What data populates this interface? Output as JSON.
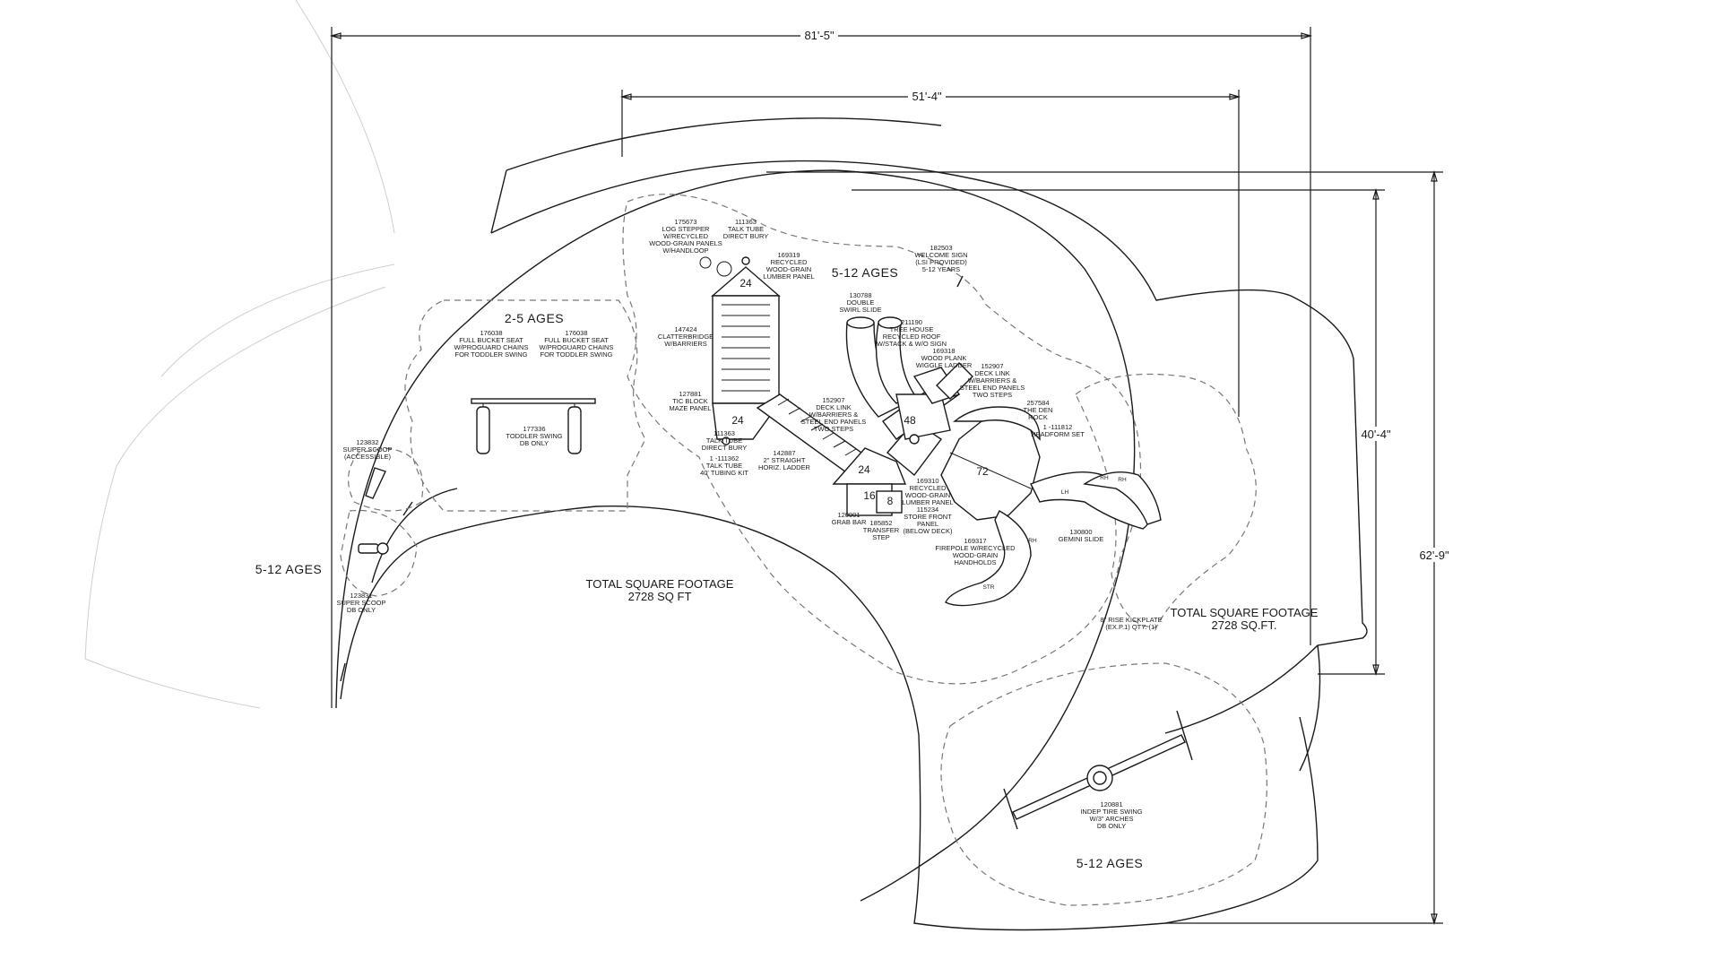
{
  "dimensions": {
    "overall_width": "81'-5\"",
    "inner_width": "51'-4\"",
    "inner_depth": "40'-4\"",
    "overall_depth": "62'-9\""
  },
  "zones": {
    "toddler": "2-5 AGES",
    "main_structure": "5-12 AGES",
    "left_outside": "5-12 AGES",
    "swing_area": "5-12 AGES"
  },
  "footage": {
    "left_title": "TOTAL SQUARE FOOTAGE",
    "left_value": "2728 SQ FT",
    "right_title": "TOTAL SQUARE FOOTAGE",
    "right_value": "2728 SQ.FT."
  },
  "deck_heights": [
    "24",
    "24",
    "24",
    "16",
    "8",
    "48",
    "72"
  ],
  "callouts": {
    "log_stepper": [
      "175673",
      "LOG STEPPER",
      "W/RECYCLED",
      "WOOD-GRAIN PANELS",
      "W/HANDLOOP"
    ],
    "talk_tube_top": [
      "111363",
      "TALK TUBE",
      "DIRECT BURY"
    ],
    "wood_grain_panel": [
      "169319",
      "RECYCLED",
      "WOOD-GRAIN",
      "LUMBER PANEL"
    ],
    "clatterbridge": [
      "147424",
      "CLATTERBRIDGE",
      "W/BARRIERS"
    ],
    "tic_block": [
      "127881",
      "TIC BLOCK",
      "MAZE PANEL"
    ],
    "talk_tube_bottom": [
      "111363",
      "TALK TUBE",
      "DIRECT BURY"
    ],
    "tubing_kit": [
      "1 -111362",
      "TALK TUBE",
      "40' TUBING KIT"
    ],
    "horiz_ladder": [
      "142887",
      "2\" STRAIGHT",
      "HORIZ. LADDER"
    ],
    "grab_bar": [
      "120901",
      "GRAB BAR"
    ],
    "transfer_step": [
      "185852",
      "TRANSFER",
      "STEP"
    ],
    "deck_link_lower": [
      "152907",
      "DECK LINK",
      "W/BARRIERS &",
      "STEEL END PANELS",
      "TWO STEPS"
    ],
    "double_swirl": [
      "130788",
      "DOUBLE",
      "SWIRL SLIDE"
    ],
    "tree_house": [
      "211190",
      "TREE HOUSE",
      "RECYCLED ROOF",
      "W/STACK & W/O SIGN"
    ],
    "wood_plank": [
      "169318",
      "WOOD PLANK",
      "WIGGLE LADDER"
    ],
    "deck_link_right": [
      "152907",
      "DECK LINK",
      "W/BARRIERS &",
      "STEEL END PANELS",
      "TWO STEPS"
    ],
    "welcome_sign": [
      "182503",
      "WELCOME SIGN",
      "(LSI PROVIDED)",
      "5-12 YEARS"
    ],
    "den_rock": [
      "257584",
      "THE DEN",
      "ROCK"
    ],
    "headform": [
      "1 -111812",
      "HEADFORM SET"
    ],
    "store_front": [
      "169310",
      "RECYCLED",
      "WOOD-GRAIN",
      "LUMBER PANEL",
      "115234",
      "STORE FRONT",
      "PANEL",
      "(BELOW DECK)"
    ],
    "firepole": [
      "169317",
      "FIREPOLE W/RECYCLED",
      "WOOD-GRAIN",
      "HANDHOLDS"
    ],
    "gemini_slide": [
      "130800",
      "GEMINI SLIDE"
    ],
    "bucket_seat_1": [
      "176038",
      "FULL BUCKET SEAT",
      "W/PROGUARD CHAINS",
      "FOR TODDLER SWING"
    ],
    "bucket_seat_2": [
      "176038",
      "FULL BUCKET SEAT",
      "W/PROGUARD CHAINS",
      "FOR TODDLER SWING"
    ],
    "toddler_swing": [
      "177336",
      "TODDLER SWING",
      "DB ONLY"
    ],
    "super_scoop_acc": [
      "123832",
      "SUPER SCOOP",
      "(ACCESSIBLE)"
    ],
    "super_scoop": [
      "123831",
      "SUPER SCOOP",
      "DB ONLY"
    ],
    "kickplate": [
      "8\" RISE KICKPLATE",
      "(EX.P.1) QTY. (1)"
    ],
    "tire_swing": [
      "120881",
      "INDEP TIRE SWING",
      "W/3\" ARCHES",
      "DB ONLY"
    ]
  },
  "slide_tags": [
    "LH",
    "RH",
    "RH",
    "RH",
    "STR"
  ]
}
